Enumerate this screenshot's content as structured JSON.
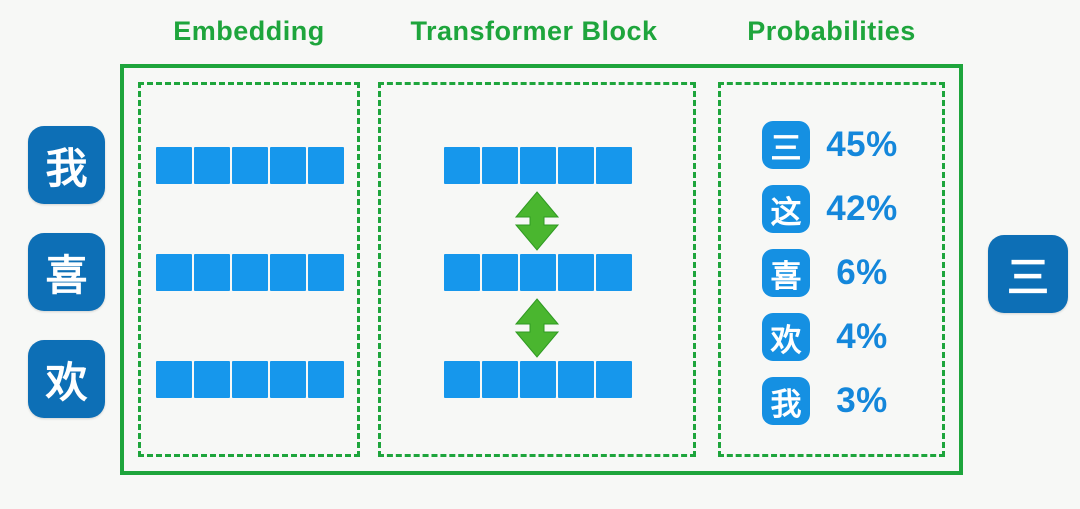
{
  "input_tokens": [
    "我",
    "喜",
    "欢"
  ],
  "output_token": "三",
  "sections": {
    "embedding": {
      "label": "Embedding",
      "rows": 3,
      "cells_per_row": 5
    },
    "transformer": {
      "label": "Transformer Block",
      "rows": 3,
      "cells_per_row": 5,
      "arrow_icon": "double-vertical-arrow",
      "arrow_count": 2
    },
    "probabilities": {
      "label": "Probabilities",
      "items": [
        {
          "token": "三",
          "percent": "45%"
        },
        {
          "token": "这",
          "percent": "42%"
        },
        {
          "token": "喜",
          "percent": "6%"
        },
        {
          "token": "欢",
          "percent": "4%"
        },
        {
          "token": "我",
          "percent": "3%"
        }
      ]
    }
  },
  "colors": {
    "green": "#1ea53c",
    "arrow_green": "#4ab62f",
    "cell_blue": "#1697ec",
    "token_blue": "#0d6fb6",
    "prob_token_blue": "#1590e2",
    "percent_blue": "#1487db",
    "background": "#f7f8f6"
  }
}
